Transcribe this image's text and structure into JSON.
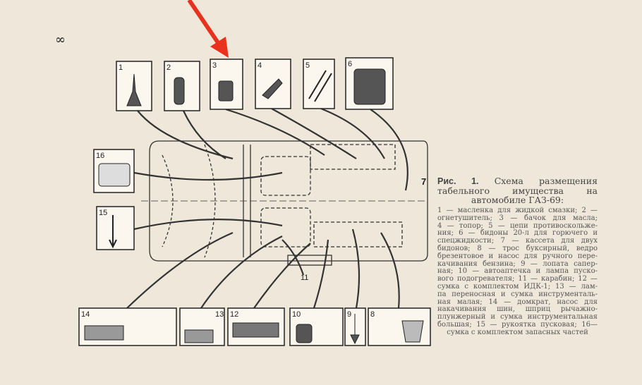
{
  "page_number": "∞",
  "figure": {
    "item_numbers": [
      "1",
      "2",
      "3",
      "4",
      "5",
      "6",
      "7",
      "8",
      "9",
      "10",
      "11",
      "12",
      "13",
      "14",
      "15",
      "16"
    ],
    "arrow_color": "#e8321e"
  },
  "caption": {
    "label": "Рис. 1.",
    "title": "Схема размещения табельного имущества на автомобиле ГАЗ-69:",
    "lines": [
      "1 — масленка для жидкой смазки; 2 —",
      "огнетушитель; 3 — бачок для масла;",
      "4 — топор; 5 — цепи противоскольже-",
      "ния; 6 — бидоны 20-л для горючего и",
      "спецжидкости; 7 — кассета для двух",
      "бидонов; 8 — трос буксирный, ведро",
      "брезентовое и насос для ручного пере-",
      "качивания бензина; 9 — лопата сапер-",
      "ная; 10 — автоаптечка и лампа пуско-",
      "вого подогревателя; 11 — карабин; 12 —",
      "сумка с комплектом ИДК-1; 13 — лам-",
      "па переносная и сумка инструменталь-",
      "ная малая; 14 — домкрат, насос для",
      "накачивания шин, шприц рычажно-",
      "плунжерный и сумка инструментальная",
      "большая; 15 — рукоятка пусковая; 16—",
      "сумка с комплектом запасных частей"
    ]
  }
}
